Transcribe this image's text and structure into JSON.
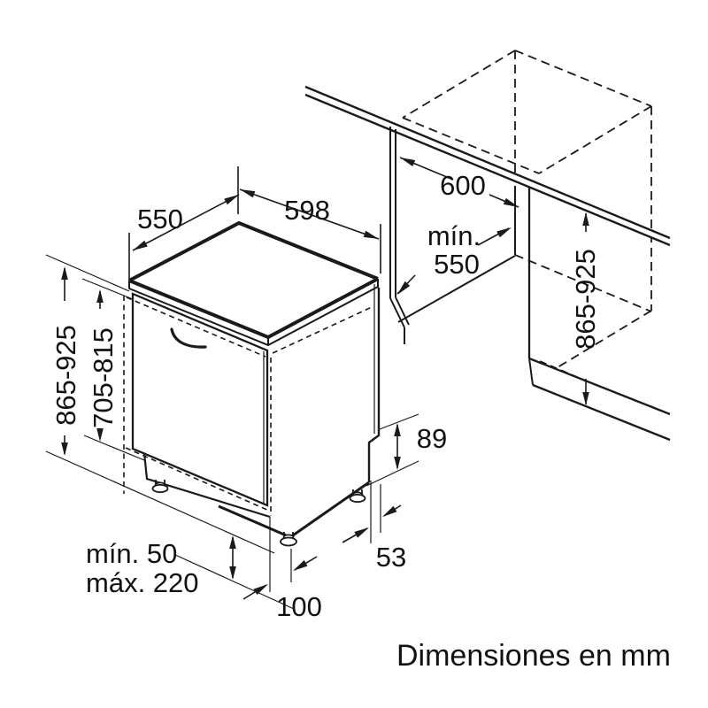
{
  "figure": {
    "caption": "Dimensiones en mm",
    "type": "installation dimension drawing",
    "subject": "fully-integrable dishwasher in kitchen niche",
    "units": "mm"
  },
  "colors": {
    "line": "#1a1a1a",
    "background": "#ffffff"
  },
  "dimensions": {
    "appliance_depth": "550",
    "appliance_width": "598",
    "niche_depth": "600",
    "niche_width_label": "mín.",
    "niche_width_value": "550",
    "niche_height": "865-925",
    "appliance_height": "865-925",
    "door_panel_height": "705-815",
    "base_recess_height": "89",
    "plinth_clearance_min": "mín. 50",
    "plinth_clearance_max": "máx. 220",
    "plinth_depth": "100",
    "rear_gap": "53"
  }
}
